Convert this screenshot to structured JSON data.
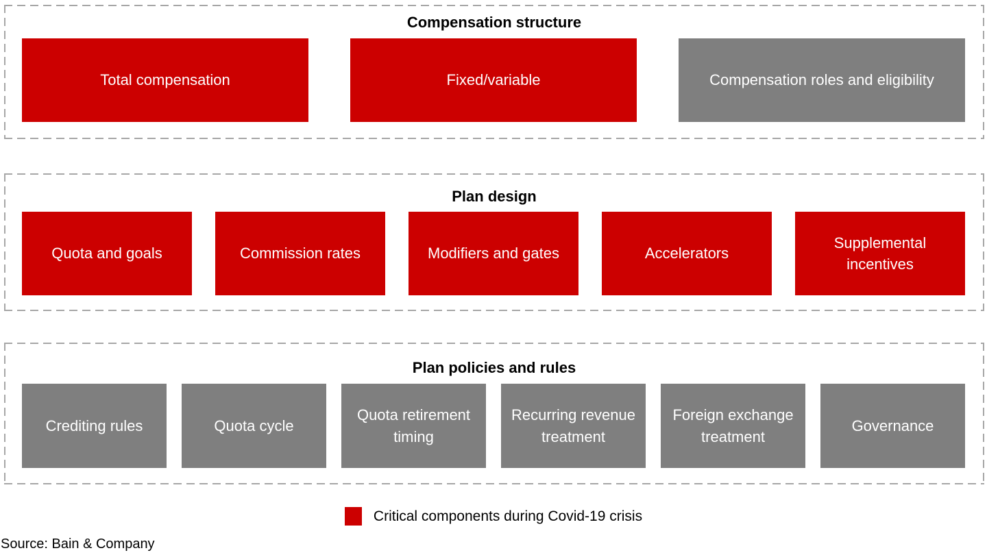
{
  "colors": {
    "critical_red": "#cc0000",
    "standard_gray": "#7f7f7f",
    "dashed_border_gray": "#a6a6a6",
    "box_label_text": "#ffffff",
    "heading_text": "#000000"
  },
  "sections": [
    {
      "title": "Compensation structure",
      "boxes": [
        {
          "label": "Total compensation",
          "type": "critical"
        },
        {
          "label": "Fixed/variable",
          "type": "critical"
        },
        {
          "label": "Compensation roles and eligibility",
          "type": "standard"
        }
      ]
    },
    {
      "title": "Plan design",
      "boxes": [
        {
          "label": "Quota and goals",
          "type": "critical"
        },
        {
          "label": "Commission rates",
          "type": "critical"
        },
        {
          "label": "Modifiers and gates",
          "type": "critical"
        },
        {
          "label": "Accelerators",
          "type": "critical"
        },
        {
          "label": "Supplemental incentives",
          "type": "critical"
        }
      ]
    },
    {
      "title": "Plan policies and rules",
      "boxes": [
        {
          "label": "Crediting rules",
          "type": "standard"
        },
        {
          "label": "Quota cycle",
          "type": "standard"
        },
        {
          "label": "Quota retirement timing",
          "type": "standard"
        },
        {
          "label": "Recurring revenue treatment",
          "type": "standard"
        },
        {
          "label": "Foreign exchange treatment",
          "type": "standard"
        },
        {
          "label": "Governance",
          "type": "standard"
        }
      ]
    }
  ],
  "legend": {
    "swatch_color": "#cc0000",
    "label": "Critical components during Covid-19 crisis"
  },
  "source_note": "Source: Bain & Company"
}
